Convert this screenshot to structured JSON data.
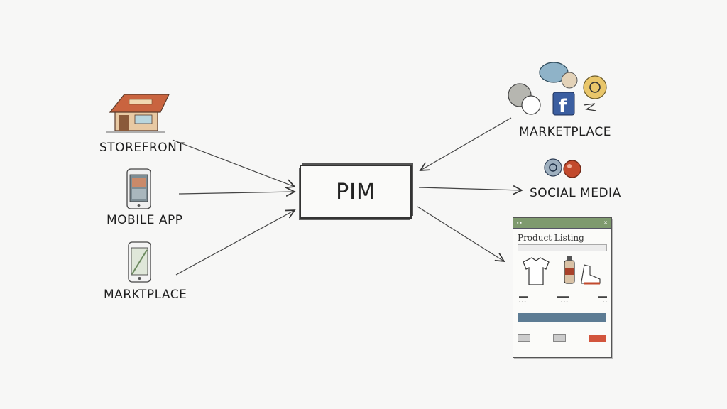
{
  "left_nodes": {
    "storefront": "STOREFRONT",
    "mobile_app": "MOBILE APP",
    "marketplace": "MARKTPLACE"
  },
  "center": {
    "label": "PIM"
  },
  "right_nodes": {
    "marketplace": "MARKETPLACE",
    "social_media": "SOCIAL MEDIA",
    "product_listing": {
      "title": "Product Listing"
    }
  },
  "icons": {
    "storefront": "storefront-icon",
    "mobile_app": "smartphone-icon",
    "marketplace_left": "smartphone-icon",
    "marketplace_right": "social-bubbles-icon",
    "social_media": "social-media-icon",
    "facebook": "facebook-icon"
  },
  "colors": {
    "shop_roof": "#c9643f",
    "facebook_blue": "#3b5ea0",
    "listing_header": "#7e9a6e",
    "listing_bar": "#5d7c94",
    "accent_red": "#d2553d"
  }
}
